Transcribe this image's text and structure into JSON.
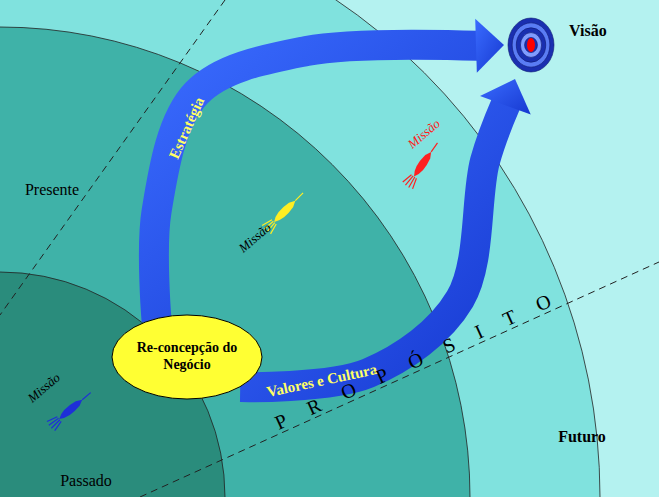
{
  "diagram": {
    "nodes": [
      {
        "text": [
          "Visão"
        ]
      },
      {
        "text": [
          "Re-concepção do Negócio"
        ]
      }
    ],
    "edges": [
      {
        "from": 1,
        "to": 0,
        "arrow": "to",
        "label": "Estratégia"
      },
      {
        "from": 1,
        "to": 0,
        "arrow": "to",
        "label": "Valores e Cultura"
      }
    ],
    "labels": [
      "Missão",
      "Missão",
      "Missão",
      "Presente",
      "Passado",
      "Futuro",
      "PROPÓSITO"
    ]
  }
}
